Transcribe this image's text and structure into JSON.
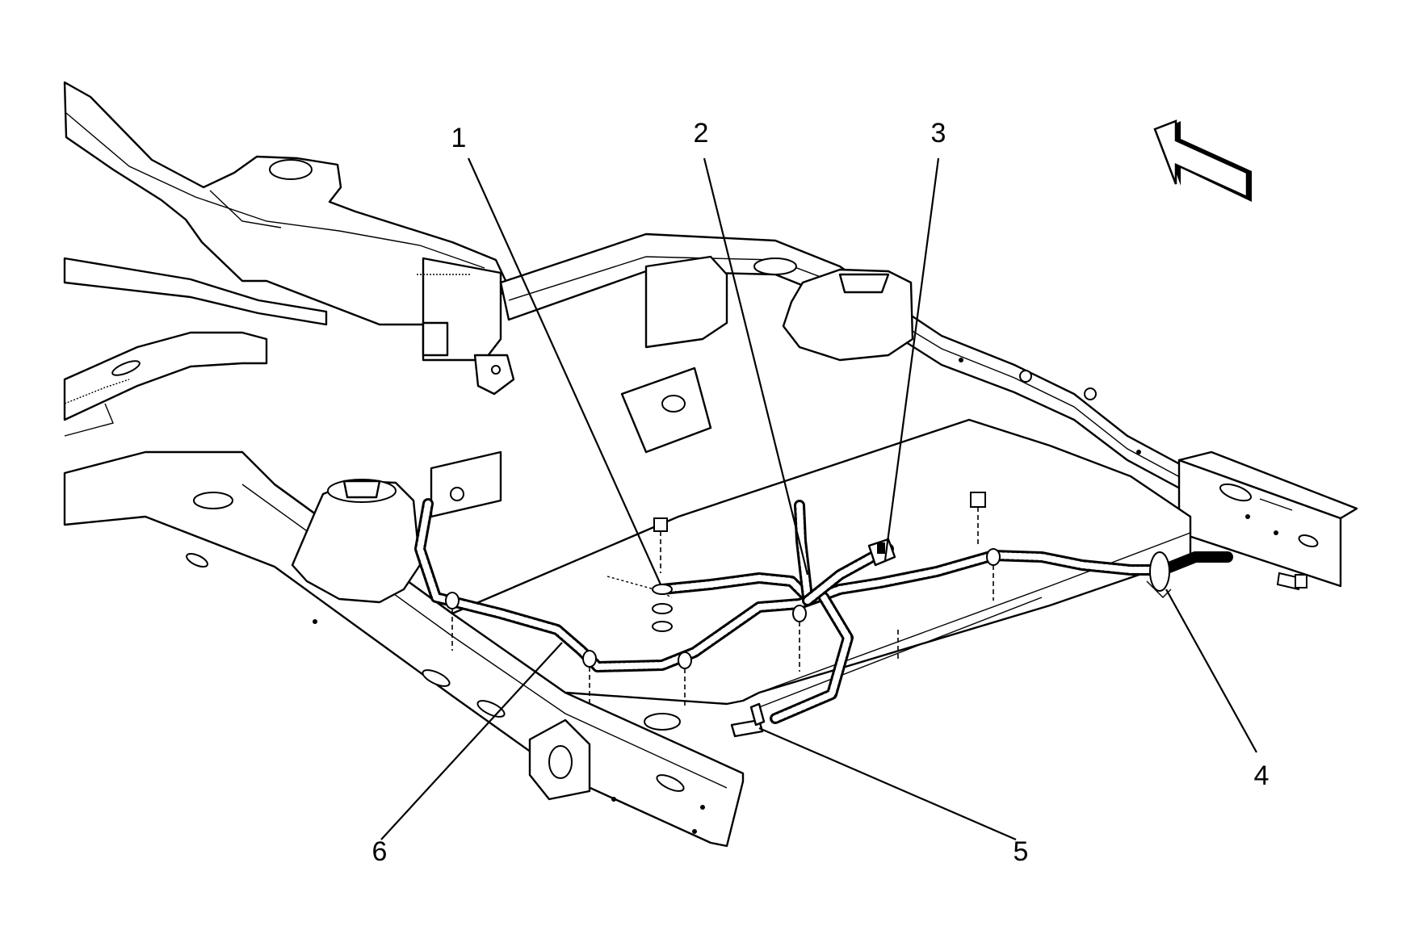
{
  "diagram": {
    "callouts": [
      {
        "id": "1",
        "text": "1"
      },
      {
        "id": "2",
        "text": "2"
      },
      {
        "id": "3",
        "text": "3"
      },
      {
        "id": "4",
        "text": "4"
      },
      {
        "id": "5",
        "text": "5"
      },
      {
        "id": "6",
        "text": "6"
      }
    ],
    "direction_arrow": "front-direction-arrow-icon"
  }
}
